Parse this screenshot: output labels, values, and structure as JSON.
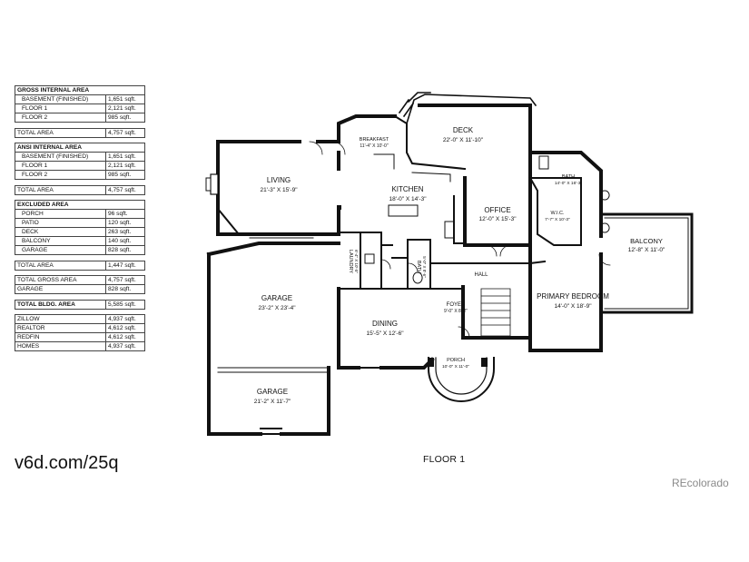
{
  "area_tables": [
    {
      "header": "GROSS INTERNAL AREA",
      "rows": [
        [
          "BASEMENT (FINISHED)",
          "1,651 sqft."
        ],
        [
          "FLOOR 1",
          "2,121 sqft."
        ],
        [
          "FLOOR 2",
          "985 sqft."
        ]
      ],
      "total": [
        "TOTAL AREA",
        "4,757 sqft."
      ]
    },
    {
      "header": "ANSI INTERNAL AREA",
      "rows": [
        [
          "BASEMENT (FINISHED)",
          "1,651 sqft."
        ],
        [
          "FLOOR 1",
          "2,121 sqft."
        ],
        [
          "FLOOR 2",
          "985 sqft."
        ]
      ],
      "total": [
        "TOTAL AREA",
        "4,757 sqft."
      ]
    },
    {
      "header": "EXCLUDED AREA",
      "rows": [
        [
          "PORCH",
          "96 sqft."
        ],
        [
          "PATIO",
          "120 sqft."
        ],
        [
          "DECK",
          "263 sqft."
        ],
        [
          "BALCONY",
          "140 sqft."
        ],
        [
          "GARAGE",
          "828 sqft."
        ]
      ],
      "total": [
        "TOTAL AREA",
        "1,447 sqft."
      ]
    }
  ],
  "gross_rows": [
    [
      "TOTAL GROSS AREA",
      "4,757 sqft."
    ],
    [
      "GARAGE",
      "828 sqft."
    ]
  ],
  "bldg_total": [
    "TOTAL BLDG. AREA",
    "5,585 sqft."
  ],
  "estimates": [
    [
      "ZILLOW",
      "4,937 sqft."
    ],
    [
      "REALTOR",
      "4,612 sqft."
    ],
    [
      "REDFIN",
      "4,612 sqft."
    ],
    [
      "HOMES",
      "4,937 sqft."
    ]
  ],
  "site_url": "v6d.com/25q",
  "floor_label": "FLOOR 1",
  "watermark": "REcolorado",
  "rooms": {
    "deck": {
      "name": "DECK",
      "dim": "22'-0\" X 11'-10\""
    },
    "breakfast": {
      "name": "BREAKFAST",
      "dim": "11'-4\" X 10'-0\""
    },
    "living": {
      "name": "LIVING",
      "dim": "21'-3\" X 15'-9\""
    },
    "kitchen": {
      "name": "KITCHEN",
      "dim": "18'-0\" X 14'-3\""
    },
    "office": {
      "name": "OFFICE",
      "dim": "12'-0\" X 15'-3\""
    },
    "bath_primary": {
      "name": "BATH",
      "dim": "14'-0\" X 16'-3\""
    },
    "wic": {
      "name": "W.I.C.",
      "dim": "7'-7\" X 10'-3\""
    },
    "balcony": {
      "name": "BALCONY",
      "dim": "12'-8\" X 11'-0\""
    },
    "laundry": {
      "name": "LAUNDRY",
      "dim": "6'-4\" X 10'-5\""
    },
    "bath_small": {
      "name": "BATH",
      "dim": "5'-0\" X 8'-6\""
    },
    "hall": {
      "name": "HALL"
    },
    "garage_main": {
      "name": "GARAGE",
      "dim": "23'-2\" X 23'-4\""
    },
    "foyer": {
      "name": "FOYER",
      "dim": "9'-0\" X 8'-2\""
    },
    "primary_bedroom": {
      "name": "PRIMARY BEDROOM",
      "dim": "14'-0\" X 18'-9\""
    },
    "dining": {
      "name": "DINING",
      "dim": "15'-5\" X 12'-6\""
    },
    "porch": {
      "name": "PORCH",
      "dim": "10'-0\" X 11'-0\""
    },
    "garage_small": {
      "name": "GARAGE",
      "dim": "21'-2\" X 11'-7\""
    }
  }
}
